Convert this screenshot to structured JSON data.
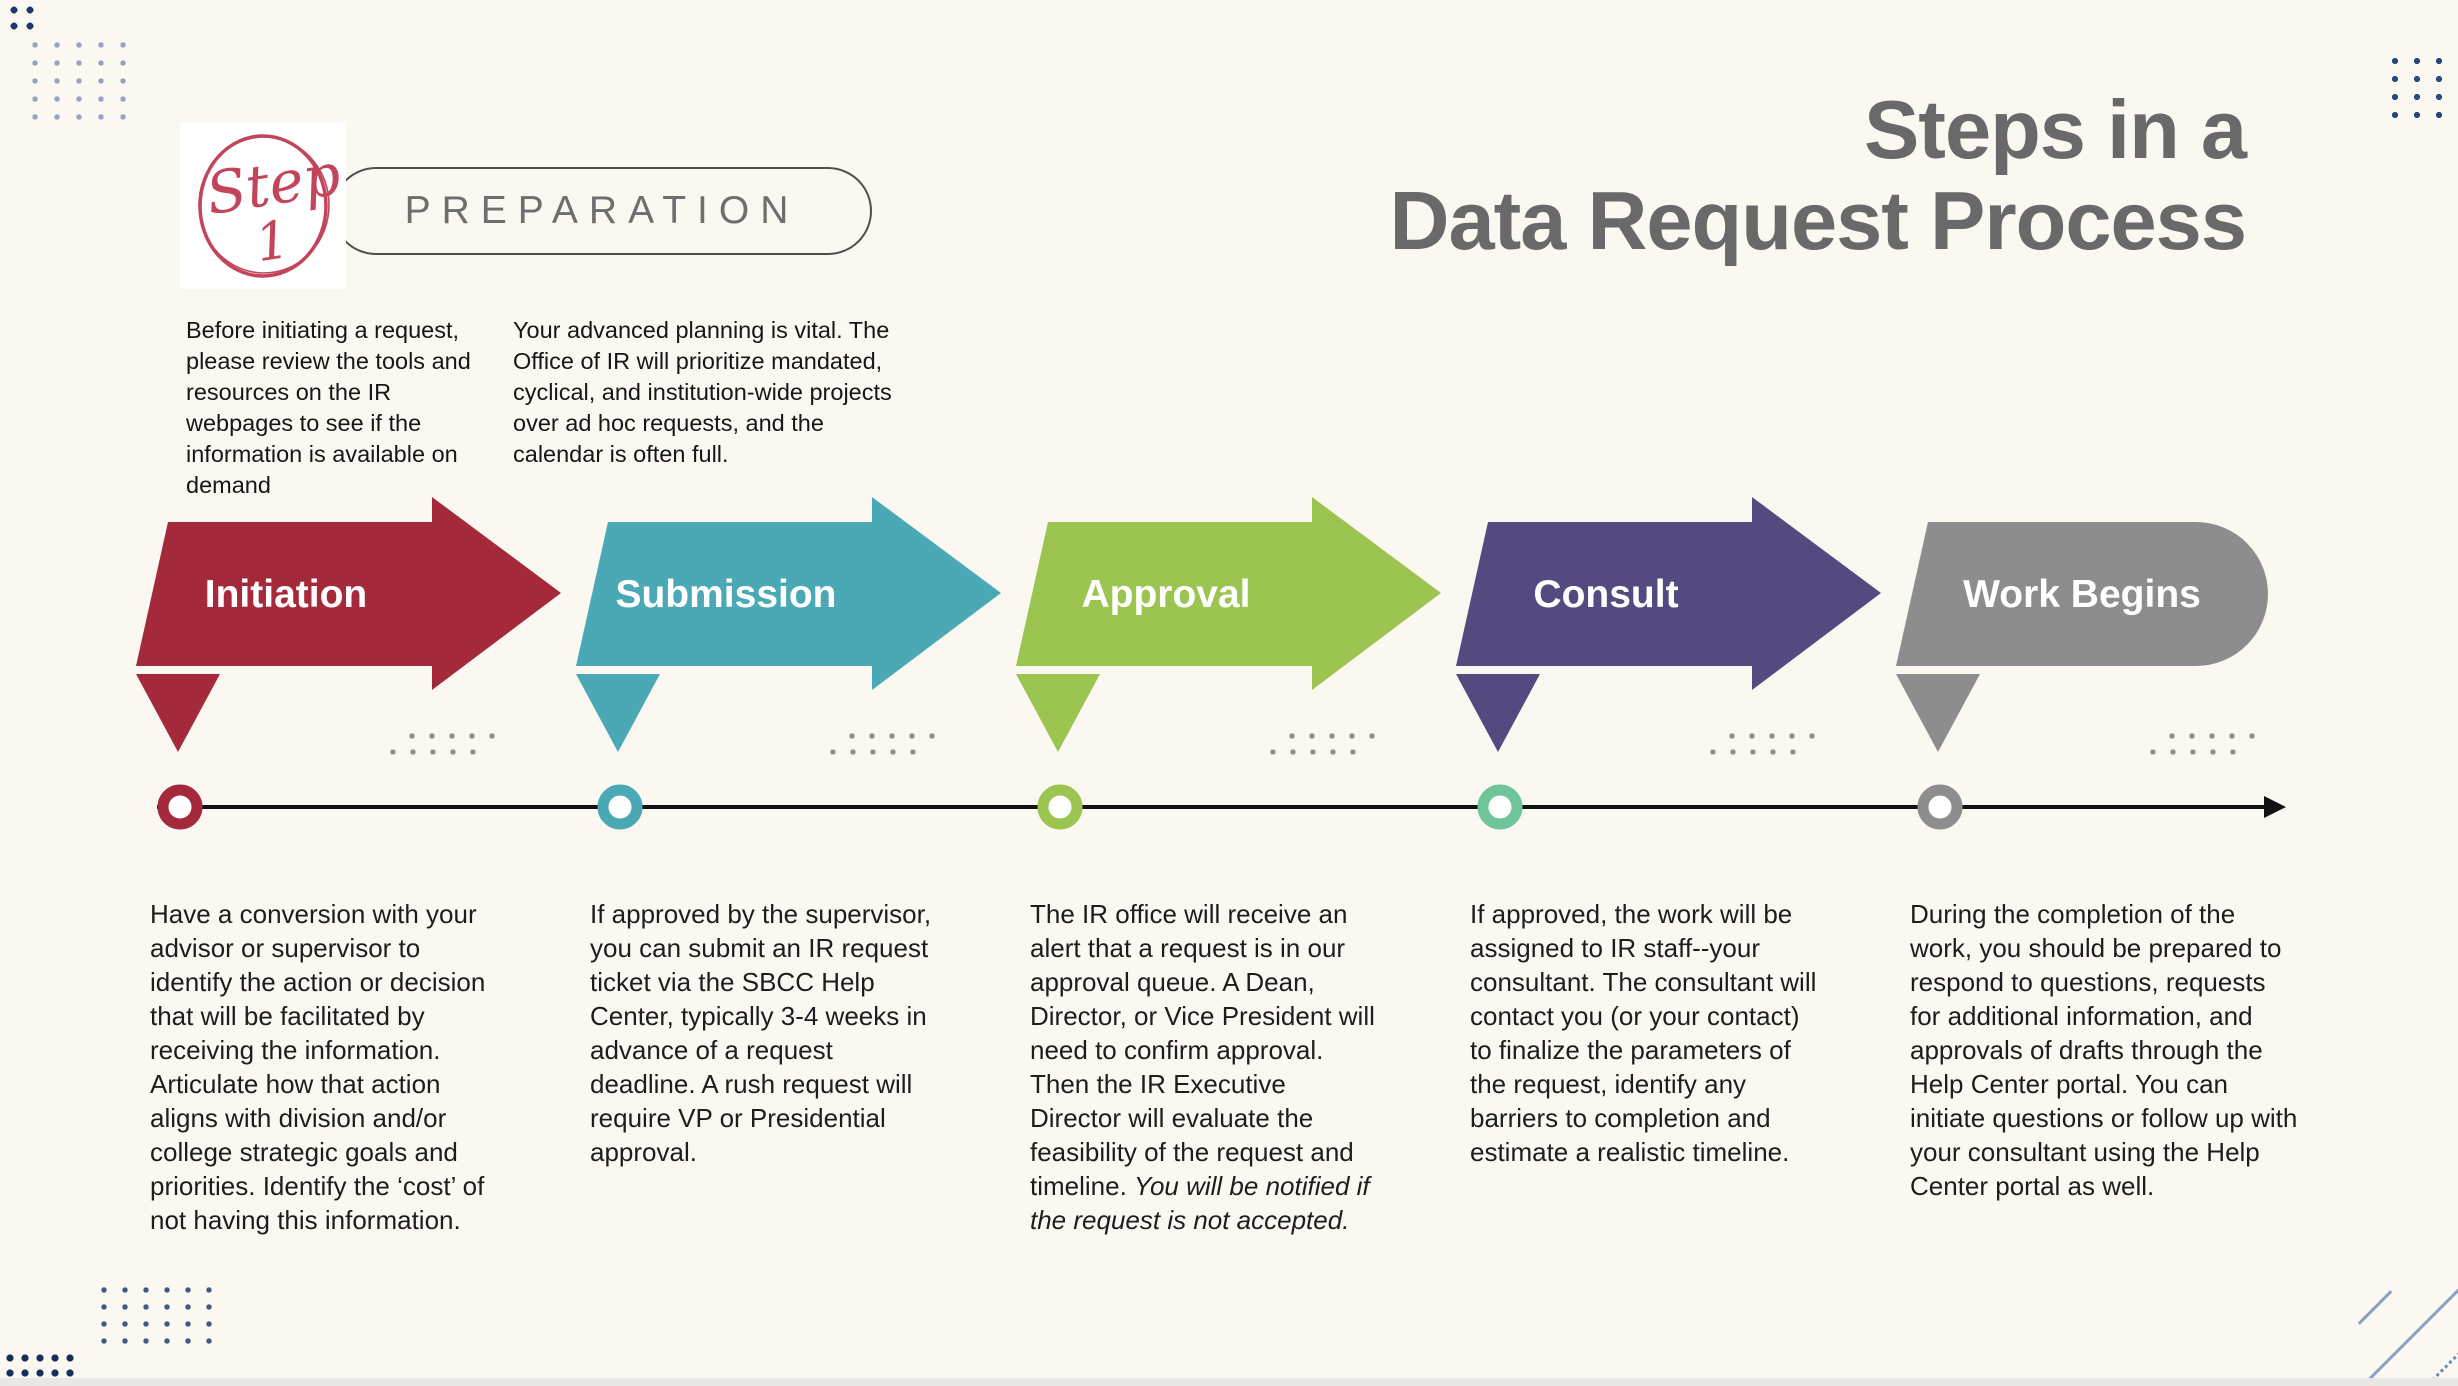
{
  "canvas": {
    "background": "#FAF8F1"
  },
  "title": {
    "line1": "Steps in a",
    "line2": "Data Request Process",
    "color": "#696969"
  },
  "badge": {
    "word": "Step",
    "number": "1",
    "ink": "#C2455C"
  },
  "preparation": {
    "label": "PREPARATION",
    "intro_left": "Before initiating a request, please review the tools and resources on the IR webpages to see if the information is available on demand",
    "intro_right": "Your advanced planning is  vital. The Office of IR will prioritize mandated, cyclical, and institution-wide projects over ad hoc requests, and the calendar is often full."
  },
  "timeline": {
    "line_color": "#121212"
  },
  "steps": [
    {
      "label": "Initiation",
      "color": "#A42A3B",
      "marker_color": "#A42A3B",
      "shape": "arrow",
      "description": "Have a conversion with your advisor or supervisor to identify the action or decision that will be facilitated by receiving the information. Articulate how that action aligns with division and/or college strategic goals and priorities. Identify the ‘cost’ of not having this information."
    },
    {
      "label": "Submission",
      "color": "#4AA9B5",
      "marker_color": "#4AA9B5",
      "shape": "arrow",
      "description": "If approved by the supervisor, you can submit an IR request ticket via the SBCC Help Center, typically 3-4 weeks in advance of a request deadline. A rush request will require VP or Presidential approval."
    },
    {
      "label": "Approval",
      "color": "#9CC451",
      "marker_color": "#9CC451",
      "shape": "arrow",
      "description": "The IR office will receive an alert that a request is in our approval queue. A Dean, Director, or Vice President will need to confirm approval. Then the IR Executive Director will evaluate the feasibility of the request and timeline. ",
      "description_italic": "You will be notified if the request is not accepted."
    },
    {
      "label": "Consult",
      "color": "#554A7F",
      "marker_color": "#6FC59A",
      "shape": "arrow",
      "description": "If approved, the work will be assigned to IR staff--your consultant. The consultant will contact you (or your contact) to finalize the parameters of the request, identify any barriers to completion and estimate a realistic timeline."
    },
    {
      "label": "Work Begins",
      "color": "#8D8D8D",
      "marker_color": "#8D8D8D",
      "shape": "rounded",
      "description": "During the completion of the work, you should be prepared to respond to questions, requests for additional information, and approvals of drafts through the Help Center portal. You can initiate questions or follow up with your consultant using the Help Center portal as well."
    }
  ]
}
